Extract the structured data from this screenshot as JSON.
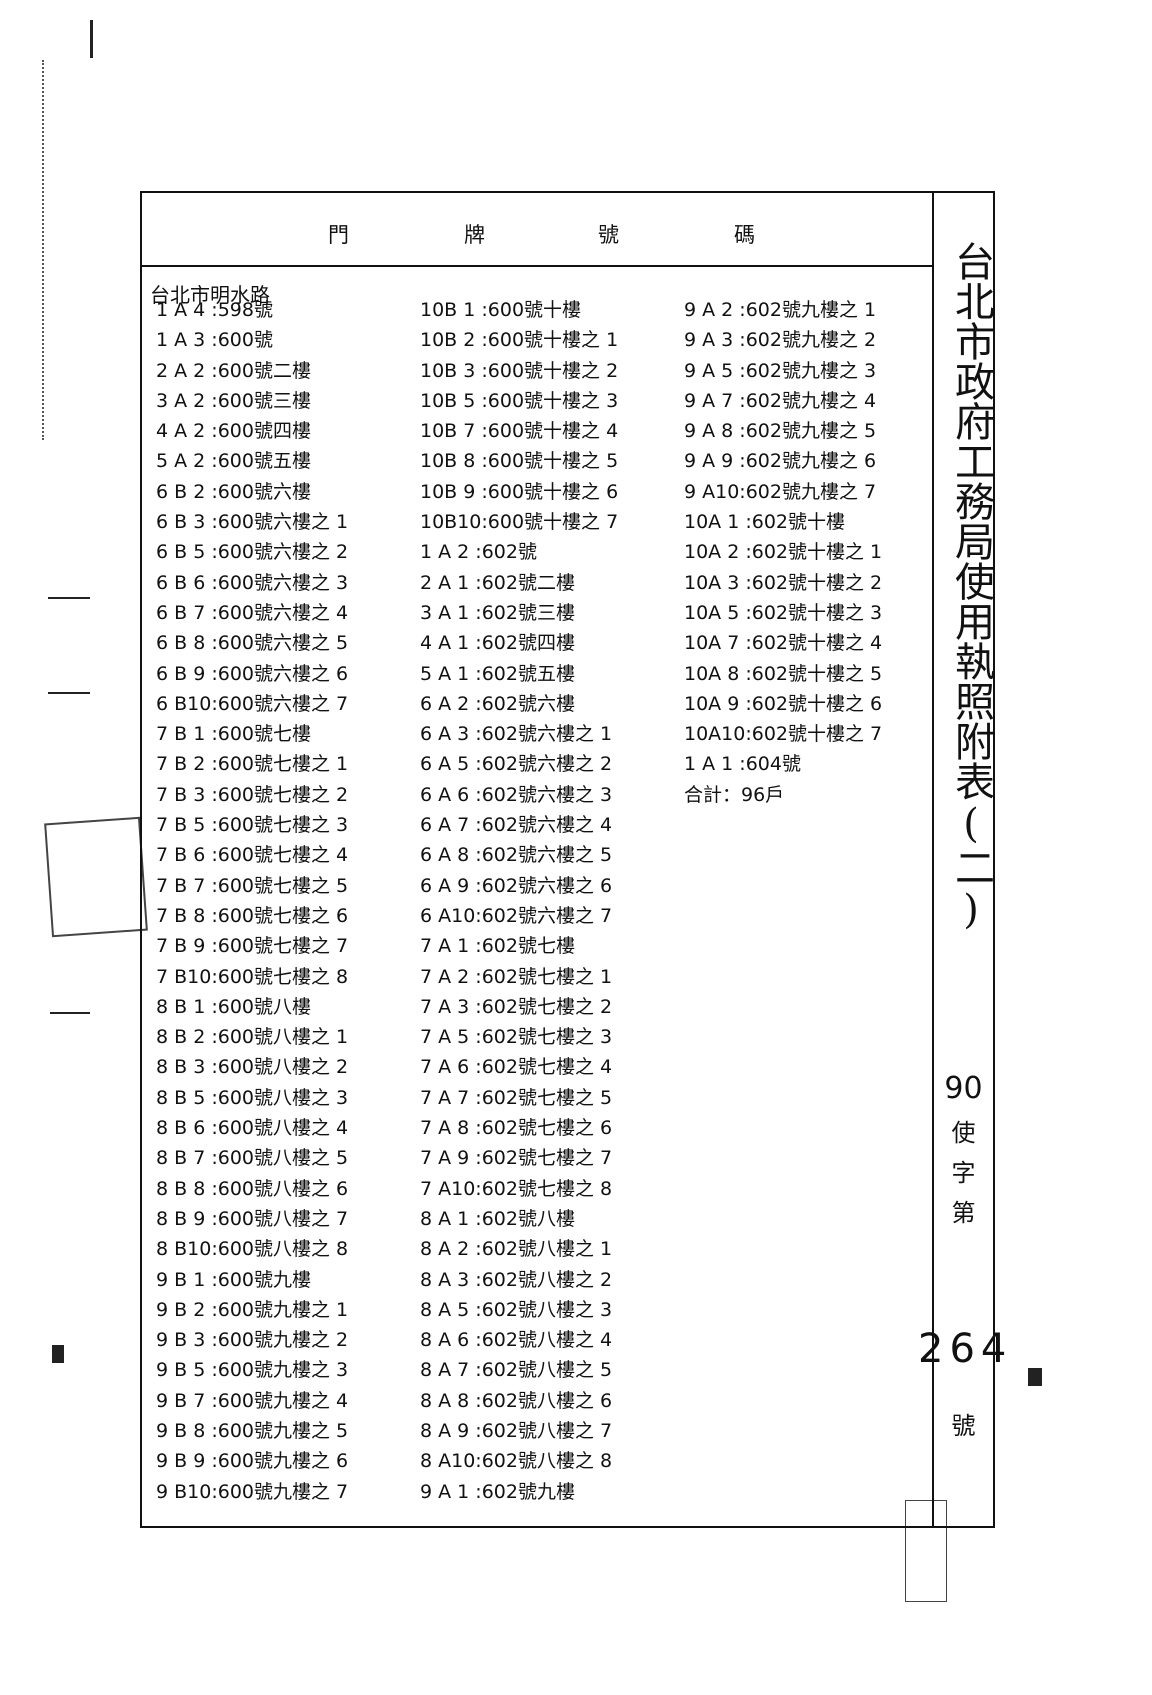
{
  "header": {
    "labels": [
      "門",
      "牌",
      "號",
      "碼"
    ]
  },
  "street": "台北市明水路",
  "columns": [
    [
      "1 A 4 :598號",
      "1 A 3 :600號",
      "2 A 2 :600號二樓",
      "3 A 2 :600號三樓",
      "4 A 2 :600號四樓",
      "5 A 2 :600號五樓",
      "6 B 2 :600號六樓",
      "6 B 3 :600號六樓之 1",
      "6 B 5 :600號六樓之 2",
      "6 B 6 :600號六樓之 3",
      "6 B 7 :600號六樓之 4",
      "6 B 8 :600號六樓之 5",
      "6 B 9 :600號六樓之 6",
      "6 B10:600號六樓之 7",
      "7 B 1 :600號七樓",
      "7 B 2 :600號七樓之 1",
      "7 B 3 :600號七樓之 2",
      "7 B 5 :600號七樓之 3",
      "7 B 6 :600號七樓之 4",
      "7 B 7 :600號七樓之 5",
      "7 B 8 :600號七樓之 6",
      "7 B 9 :600號七樓之 7",
      "7 B10:600號七樓之 8",
      "8 B 1 :600號八樓",
      "8 B 2 :600號八樓之 1",
      "8 B 3 :600號八樓之 2",
      "8 B 5 :600號八樓之 3",
      "8 B 6 :600號八樓之 4",
      "8 B 7 :600號八樓之 5",
      "8 B 8 :600號八樓之 6",
      "8 B 9 :600號八樓之 7",
      "8 B10:600號八樓之 8",
      "9 B 1 :600號九樓",
      "9 B 2 :600號九樓之 1",
      "9 B 3 :600號九樓之 2",
      "9 B 5 :600號九樓之 3",
      "9 B 7 :600號九樓之 4",
      "9 B 8 :600號九樓之 5",
      "9 B 9 :600號九樓之 6",
      "9 B10:600號九樓之 7"
    ],
    [
      "10B 1 :600號十樓",
      "10B 2 :600號十樓之 1",
      "10B 3 :600號十樓之 2",
      "10B 5 :600號十樓之 3",
      "10B 7 :600號十樓之 4",
      "10B 8 :600號十樓之 5",
      "10B 9 :600號十樓之 6",
      "10B10:600號十樓之 7",
      "1 A 2 :602號",
      "2 A 1 :602號二樓",
      "3 A 1 :602號三樓",
      "4 A 1 :602號四樓",
      "5 A 1 :602號五樓",
      "6 A 2 :602號六樓",
      "6 A 3 :602號六樓之 1",
      "6 A 5 :602號六樓之 2",
      "6 A 6 :602號六樓之 3",
      "6 A 7 :602號六樓之 4",
      "6 A 8 :602號六樓之 5",
      "6 A 9 :602號六樓之 6",
      "6 A10:602號六樓之 7",
      "7 A 1 :602號七樓",
      "7 A 2 :602號七樓之 1",
      "7 A 3 :602號七樓之 2",
      "7 A 5 :602號七樓之 3",
      "7 A 6 :602號七樓之 4",
      "7 A 7 :602號七樓之 5",
      "7 A 8 :602號七樓之 6",
      "7 A 9 :602號七樓之 7",
      "7 A10:602號七樓之 8",
      "8 A 1 :602號八樓",
      "8 A 2 :602號八樓之 1",
      "8 A 3 :602號八樓之 2",
      "8 A 5 :602號八樓之 3",
      "8 A 6 :602號八樓之 4",
      "8 A 7 :602號八樓之 5",
      "8 A 8 :602號八樓之 6",
      "8 A 9 :602號八樓之 7",
      "8 A10:602號八樓之 8",
      "9 A 1 :602號九樓"
    ],
    [
      "9 A 2 :602號九樓之 1",
      "9 A 3 :602號九樓之 2",
      "9 A 5 :602號九樓之 3",
      "9 A 7 :602號九樓之 4",
      "9 A 8 :602號九樓之 5",
      "9 A 9 :602號九樓之 6",
      "9 A10:602號九樓之 7",
      "10A 1 :602號十樓",
      "10A 2 :602號十樓之 1",
      "10A 3 :602號十樓之 2",
      "10A 5 :602號十樓之 3",
      "10A 7 :602號十樓之 4",
      "10A 8 :602號十樓之 5",
      "10A 9 :602號十樓之 6",
      "10A10:602號十樓之 7",
      "1 A 1 :604號",
      "合計：96戶"
    ]
  ],
  "side": {
    "title": "台北市政府工務局使用執照附表(二)",
    "permit_year": "90",
    "permit_chars": [
      "使",
      "字",
      "第"
    ],
    "permit_number": "264",
    "suffix": "號"
  }
}
